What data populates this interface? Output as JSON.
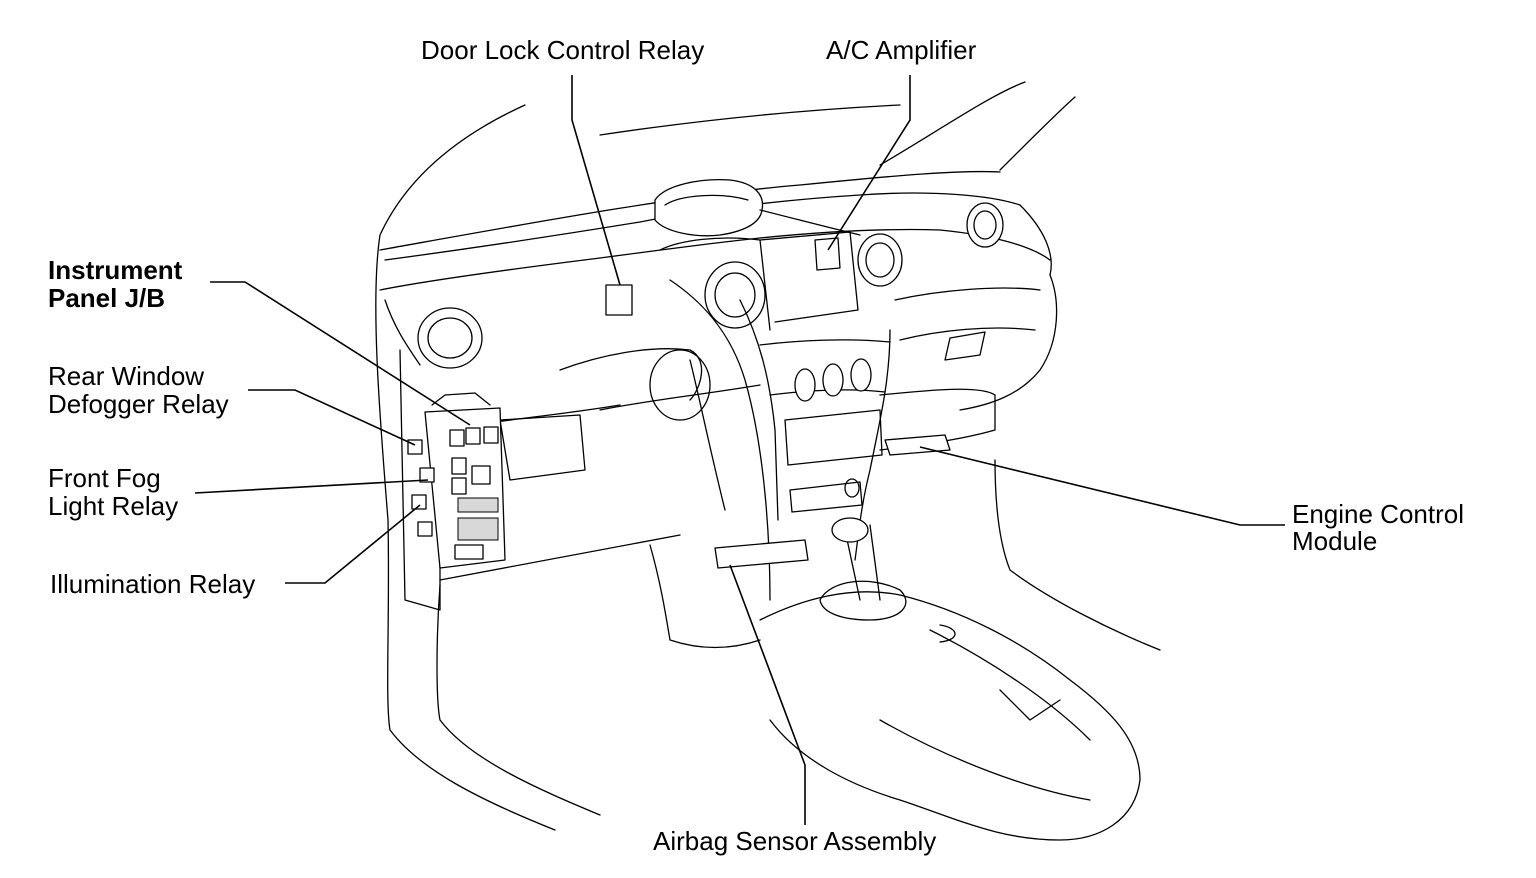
{
  "labels": {
    "door_lock": "Door Lock Control Relay",
    "ac_amp": "A/C Amplifier",
    "jb_line1": "Instrument",
    "jb_line2": "Panel J/B",
    "rear_line1": "Rear Window",
    "rear_line2": "Defogger Relay",
    "fog_line1": "Front Fog",
    "fog_line2": "Light Relay",
    "illum": "Illumination Relay",
    "ecm_line1": "Engine Control",
    "ecm_line2": "Module",
    "airbag": "Airbag Sensor Assembly"
  }
}
